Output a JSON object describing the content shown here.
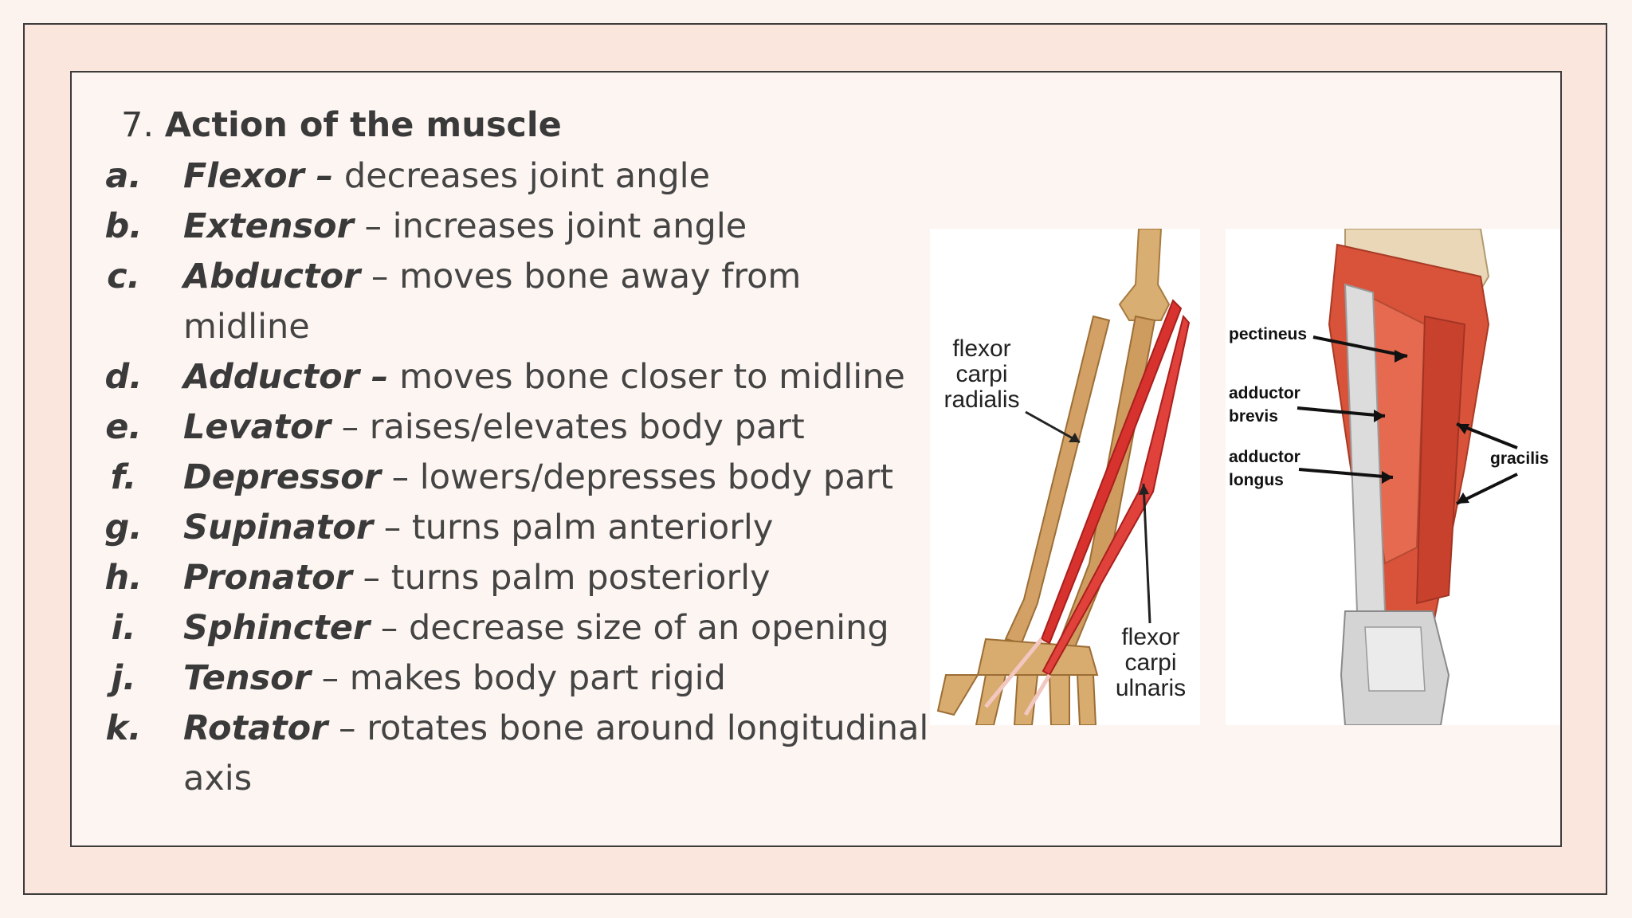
{
  "slide": {
    "number": "7.",
    "title": "Action of the muscle"
  },
  "items": [
    {
      "letter": "a.",
      "term": "Flexor –",
      "desc": " decreases joint angle"
    },
    {
      "letter": "b.",
      "term": "Extensor",
      "desc": " – increases joint angle"
    },
    {
      "letter": "c.",
      "term": "Abductor",
      "desc": " – moves bone away from",
      "cont": "midline"
    },
    {
      "letter": "d.",
      "term": "Adductor –",
      "desc": " moves bone closer to midline"
    },
    {
      "letter": "e.",
      "term": "Levator",
      "desc": " – raises/elevates body part"
    },
    {
      "letter": "f.",
      "term": "Depressor",
      "desc": " – lowers/depresses body part"
    },
    {
      "letter": "g.",
      "term": "Supinator",
      "desc": " – turns palm anteriorly"
    },
    {
      "letter": "h.",
      "term": "Pronator",
      "desc": " – turns palm posteriorly"
    },
    {
      "letter": "i.",
      "term": "Sphincter",
      "desc": " – decrease size of an opening"
    },
    {
      "letter": "j.",
      "term": "Tensor",
      "desc": " – makes body part rigid"
    },
    {
      "letter": "k.",
      "term": "Rotator",
      "desc": " – rotates bone around longitudinal",
      "cont": "axis"
    }
  ],
  "forearm_figure": {
    "label_top": "flexor\ncarpi\nradialis",
    "label_bottom": "flexor\ncarpi\nulnaris"
  },
  "thigh_figure": {
    "pectineus": "pectineus",
    "adductor_brevis": "adductor\nbrevis",
    "adductor_longus": "adductor\nlongus",
    "gracilis": "gracilis"
  },
  "colors": {
    "outer_background": "#fbe6dd",
    "inner_background": "#fdf5f1",
    "border": "#3c3c3c",
    "muscle_red": "#d8322e",
    "bone_tan": "#c99a5c"
  }
}
